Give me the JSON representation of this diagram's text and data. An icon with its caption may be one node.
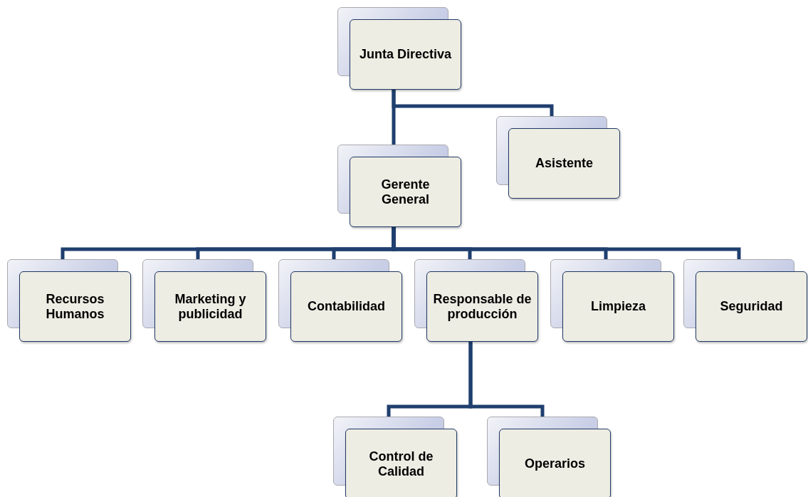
{
  "diagram": {
    "nodes": [
      {
        "text": [
          "Junta Directiva"
        ]
      },
      {
        "text": [
          "Asistente"
        ]
      },
      {
        "text": [
          "Gerente General"
        ]
      },
      {
        "text": [
          "Recursos Humanos"
        ]
      },
      {
        "text": [
          "Marketing y publicidad"
        ]
      },
      {
        "text": [
          "Contabilidad"
        ]
      },
      {
        "text": [
          "Responsable de producción"
        ]
      },
      {
        "text": [
          "Limpieza"
        ]
      },
      {
        "text": [
          "Seguridad"
        ]
      },
      {
        "text": [
          "Control de Calidad"
        ]
      },
      {
        "text": [
          "Operarios"
        ]
      }
    ],
    "edges": [
      {
        "from": 0,
        "to": 2,
        "arrow": "none"
      },
      {
        "from": 0,
        "to": 1,
        "arrow": "none"
      },
      {
        "from": 2,
        "to": 3,
        "arrow": "none"
      },
      {
        "from": 2,
        "to": 4,
        "arrow": "none"
      },
      {
        "from": 2,
        "to": 5,
        "arrow": "none"
      },
      {
        "from": 2,
        "to": 6,
        "arrow": "none"
      },
      {
        "from": 2,
        "to": 7,
        "arrow": "none"
      },
      {
        "from": 2,
        "to": 8,
        "arrow": "none"
      },
      {
        "from": 6,
        "to": 9,
        "arrow": "none"
      },
      {
        "from": 6,
        "to": 10,
        "arrow": "none"
      }
    ]
  }
}
